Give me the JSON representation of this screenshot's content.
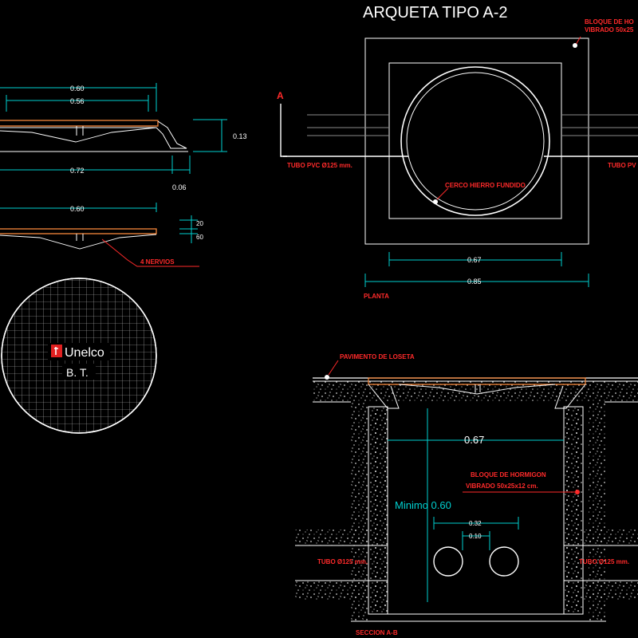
{
  "title": "ARQUETA TIPO A-2",
  "lid_detail": {
    "dim_top": "0.60",
    "dim_inner": "0.56",
    "dim_height": "0.13",
    "dim_base": "0.72",
    "dim_lip": "0.06",
    "dim_cover": "0.60",
    "dim_small_a": "20",
    "dim_small_b": "60",
    "ribs_label": "4 NERVIOS",
    "cover_brand": "Unelco",
    "cover_text": "B. T."
  },
  "plan": {
    "section_mark": "A",
    "block_label_1": "BLOQUE DE HO",
    "block_label_2": "VIBRADO 50x25",
    "pipe_left": "TUBO PVC Ø125 mm.",
    "pipe_right": "TUBO PV",
    "frame_label": "CERCO HIERRO FUNDIDO",
    "dim_inner": "0.67",
    "dim_outer": "0.85",
    "plan_label": "PLANTA"
  },
  "section": {
    "paving_label": "PAVIMENTO DE LOSETA",
    "dim_width": "0.67",
    "block_label_1": "BLOQUE DE HORMIGON",
    "block_label_2": "VIBRADO 50x25x12 cm.",
    "min_depth": "Minimo 0.60",
    "dim_pipes": "0.32",
    "dim_gap": "0.10",
    "pipe_left": "TUBO Ø125 mm.",
    "pipe_right": "TUBO Ø125 mm.",
    "section_label": "SECCION A-B"
  },
  "colors": {
    "background": "#000000",
    "lines": "#ffffff",
    "dimensions": "#00d0d0",
    "labels": "#ff2a2a"
  }
}
